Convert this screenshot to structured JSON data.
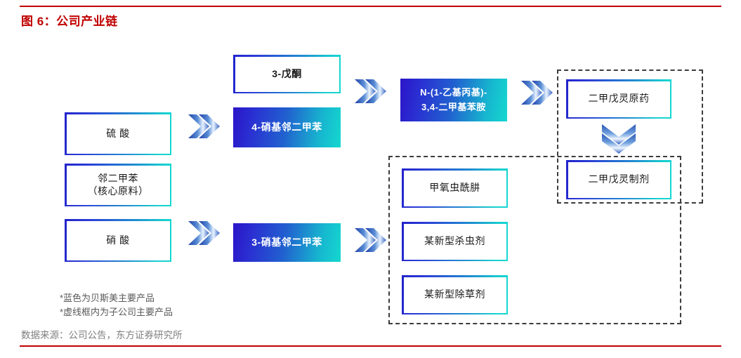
{
  "figure": {
    "title": "图 6：公司产业链",
    "source": "数据来源：公司公告，东方证券研究所",
    "accent_color": "#c00000",
    "gradient_start": "#2b15c8",
    "gradient_end": "#14d8cf"
  },
  "nodes": {
    "raw_materials": [
      {
        "label": "硫 酸"
      },
      {
        "label_line1": "邻二甲苯",
        "label_line2": "（核心原料）"
      },
      {
        "label": "硝 酸"
      }
    ],
    "intermediates": [
      {
        "label": "3-戊酮"
      },
      {
        "label": "4-硝基邻二甲苯"
      },
      {
        "label": "3-硝基邻二甲苯"
      }
    ],
    "amine": {
      "label_line1": "N-(1-乙基丙基)-",
      "label_line2": "3,4-二甲基苯胺"
    },
    "pendimethalin": [
      {
        "label": "二甲戊灵原药"
      },
      {
        "label": "二甲戊灵制剂"
      }
    ],
    "subsidiary_products": [
      {
        "label": "甲氧虫酰肼"
      },
      {
        "label": "某新型杀虫剂"
      },
      {
        "label": "某新型除草剂"
      }
    ]
  },
  "notes": {
    "line1": "*蓝色为贝斯美主要产品",
    "line2": "*虚线框内为子公司主要产品"
  },
  "icons": {
    "arrow_right": "double-chevron-right-icon",
    "arrow_down": "double-chevron-down-icon"
  }
}
